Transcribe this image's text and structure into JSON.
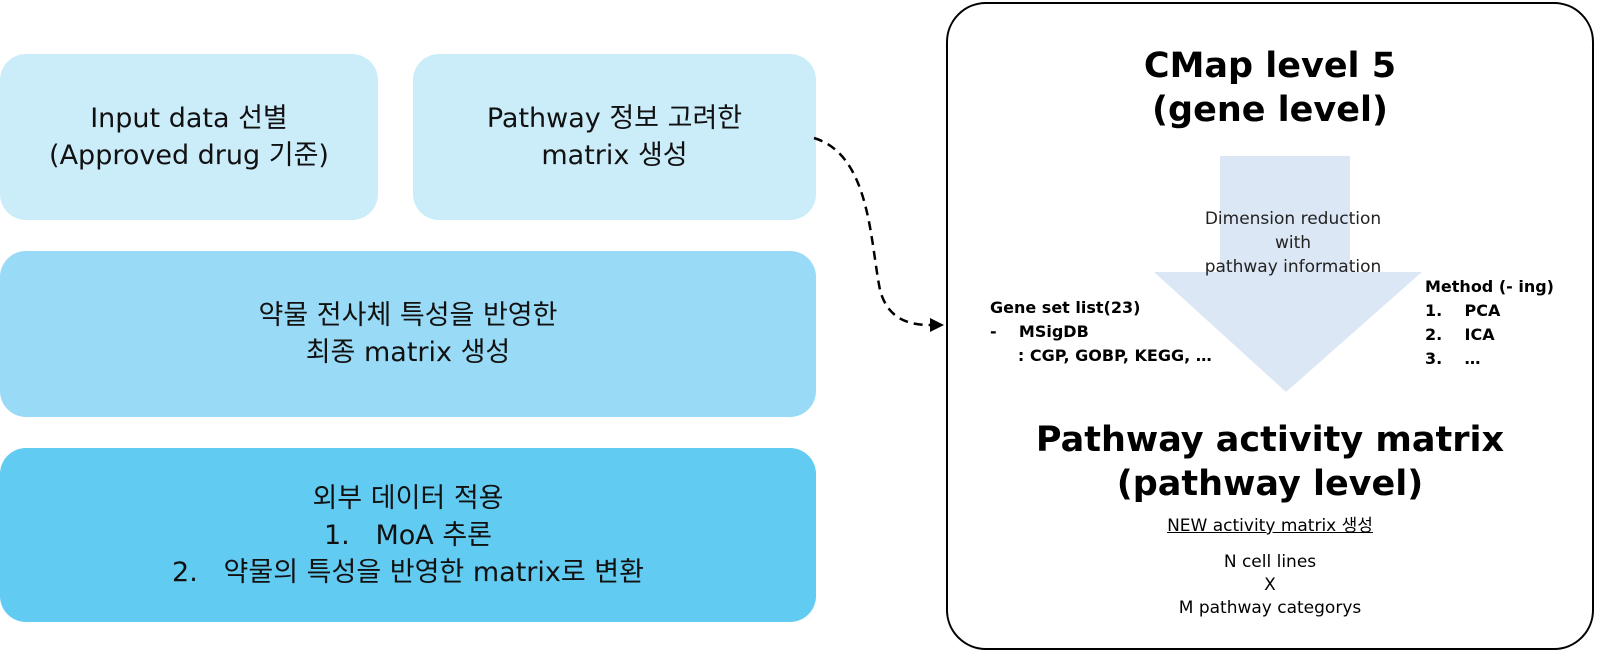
{
  "left_boxes": {
    "input_data": {
      "line1": "Input data 선별",
      "line2": "(Approved drug 기준)"
    },
    "pathway_matrix": {
      "line1": "Pathway 정보 고려한",
      "line2": "matrix 생성"
    },
    "final_matrix": {
      "line1": "약물 전사체 특성을 반영한",
      "line2": "최종 matrix 생성"
    },
    "external_data": {
      "line1": "외부 데이터 적용",
      "line2": "1.   MoA 추론",
      "line3": "2.   약물의 특성을 반영한 matrix로 변환"
    }
  },
  "panel": {
    "cmap_title": {
      "line1": "CMap level 5",
      "line2": "(gene level)"
    },
    "arrow_label": {
      "line1": "Dimension reduction",
      "line2": "with",
      "line3": "pathway information"
    },
    "gene_set": {
      "title": "Gene set list(23)",
      "item1": "-    MSigDB",
      "item2": "     : CGP, GOBP, KEGG, …"
    },
    "method": {
      "title": "Method (- ing)",
      "item1": "1.    PCA",
      "item2": "2.    ICA",
      "item3": "3.    …"
    },
    "result_title": {
      "line1": "Pathway activity matrix",
      "line2": "(pathway level)"
    },
    "result_note": "NEW activity matrix 생성",
    "result_dims": {
      "line1": "N cell lines",
      "line2": "X",
      "line3": "M pathway categorys"
    }
  },
  "colors": {
    "light_box": "#cbecf9",
    "mid_box": "#99dbf6",
    "dark_box": "#62cbf1",
    "big_arrow": "#dbe7f4"
  }
}
